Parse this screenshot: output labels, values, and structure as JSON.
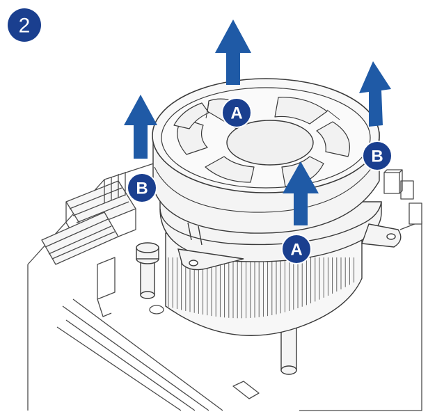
{
  "step": {
    "number": "2"
  },
  "labels": {
    "a_top": "A",
    "a_center": "A",
    "b_left": "B",
    "b_right": "B"
  },
  "colors": {
    "badge": "#1a3f8f",
    "arrow": "#1f5aa6",
    "line": "#3a3a3a",
    "fill": "#f4f4f4"
  }
}
